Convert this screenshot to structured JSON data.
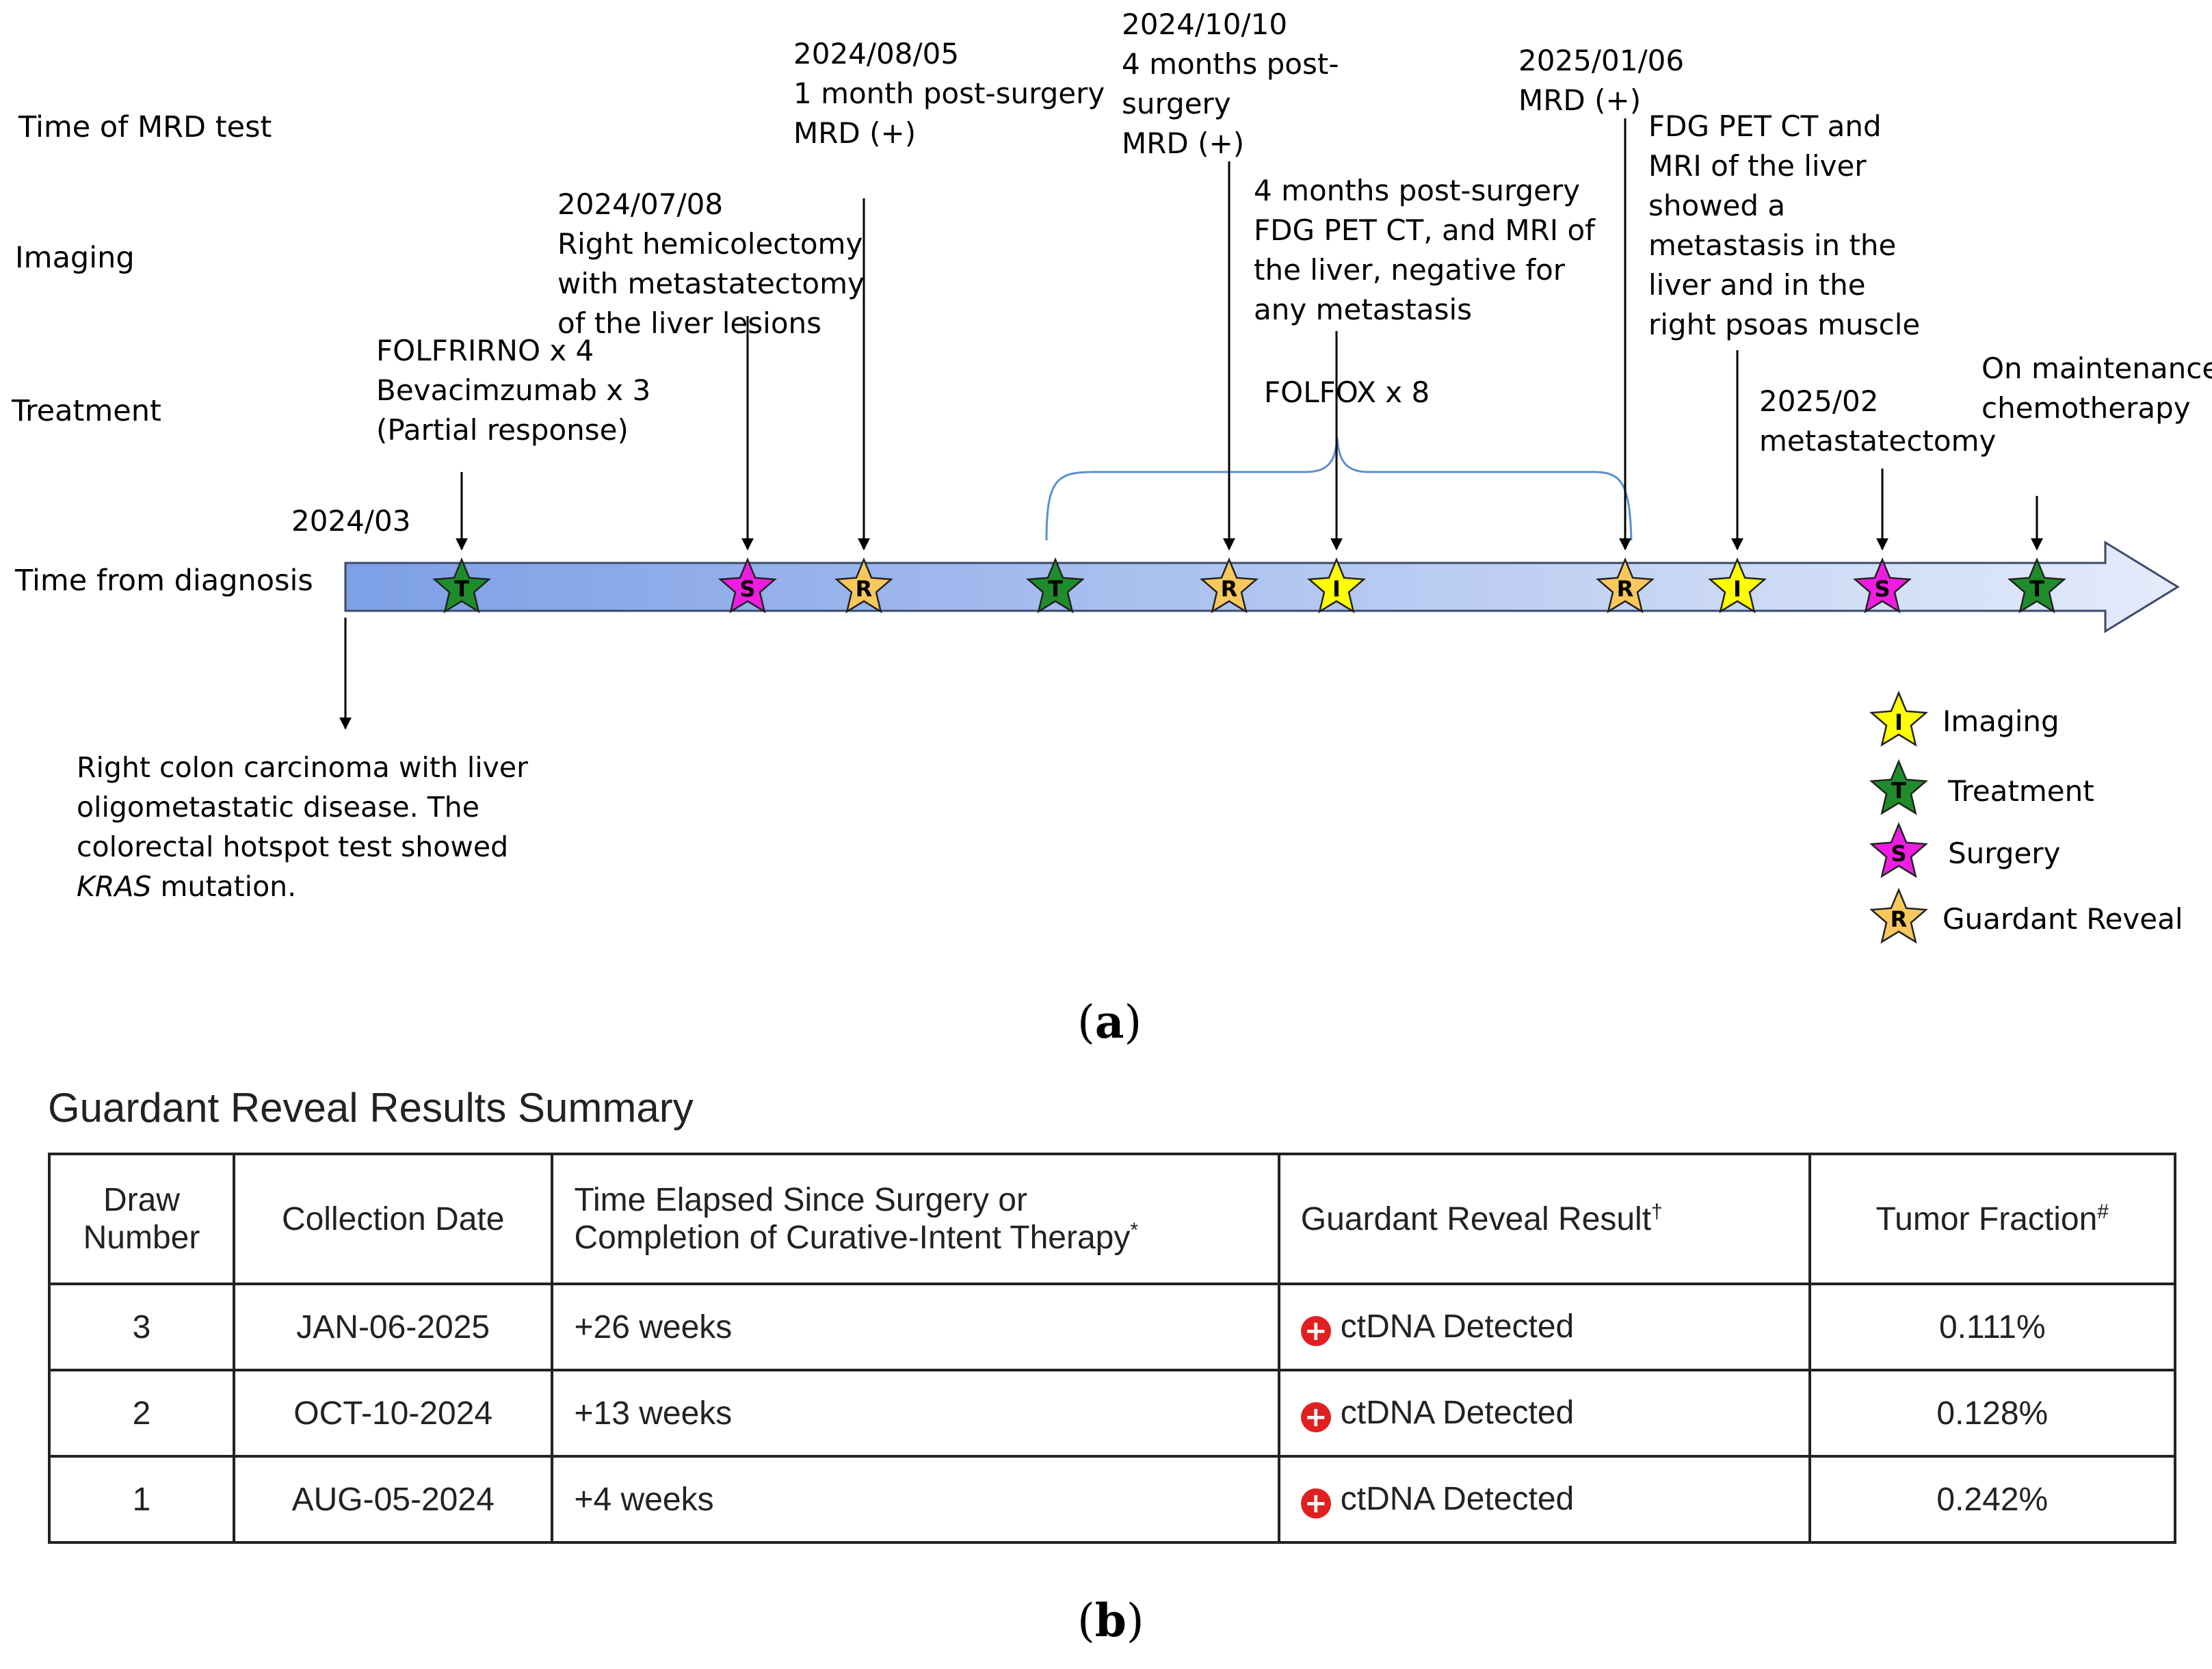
{
  "rows": {
    "mrd": "Time of MRD test",
    "imaging": "Imaging",
    "treatment": "Treatment",
    "time": "Time from diagnosis"
  },
  "timeline": {
    "start_date": "2024/03",
    "diagnosis_note": {
      "line1": "Right colon carcinoma with liver",
      "line2": "oligometastatic disease. The",
      "line3": "colorectal hotspot test showed",
      "kras": "KRAS",
      "line4_rest": " mutation."
    },
    "events": [
      {
        "letter": "T",
        "type": "treatment",
        "text": "FOLFRIRNO x 4\nBevacimzumab x 3\n(Partial response)"
      },
      {
        "letter": "S",
        "type": "surgery",
        "text": "2024/07/08\nRight hemicolectomy\nwith metastatectomy\nof the liver lesions"
      },
      {
        "letter": "R",
        "type": "reveal",
        "text": "2024/08/05\n1 month post-surgery\nMRD (+)"
      },
      {
        "letter": "T",
        "type": "treatment",
        "text": ""
      },
      {
        "letter": "R",
        "type": "reveal",
        "text": "2024/10/10\n4 months post-\nsurgery\nMRD (+)"
      },
      {
        "letter": "I",
        "type": "imaging",
        "text": "4 months post-surgery\nFDG PET CT, and MRI of\nthe liver, negative for\nany metastasis"
      },
      {
        "letter": "R",
        "type": "reveal",
        "text": "2025/01/06\nMRD (+)"
      },
      {
        "letter": "I",
        "type": "imaging",
        "text": "FDG PET CT and\nMRI of the liver\nshowed a\nmetastasis in the\nliver and in the\nright psoas muscle"
      },
      {
        "letter": "S",
        "type": "surgery",
        "text": "2025/02\nmetastatectomy"
      },
      {
        "letter": "T",
        "type": "treatment",
        "text": "On maintenance\nchemotherapy"
      }
    ],
    "bracket_label": "FOLFOX x 8"
  },
  "legend": [
    {
      "letter": "I",
      "type": "imaging",
      "label": "Imaging"
    },
    {
      "letter": "T",
      "type": "treatment",
      "label": "Treatment"
    },
    {
      "letter": "S",
      "type": "surgery",
      "label": "Surgery"
    },
    {
      "letter": "R",
      "type": "reveal",
      "label": "Guardant Reveal"
    }
  ],
  "colors": {
    "imaging": "#ffff00",
    "treatment": "#1e8c2a",
    "surgery": "#ee1de0",
    "reveal": "#f9c85c",
    "arrow_start": "#7d9fe6",
    "arrow_end": "#e4ebfa",
    "bracket": "#5b8fd4",
    "ctdna_icon": "#e02020"
  },
  "panel_a": "a",
  "panel_b": "b",
  "table": {
    "title": "Guardant Reveal Results Summary",
    "headers": {
      "draw": "Draw\nNumber",
      "date": "Collection Date",
      "elapsed": "Time Elapsed Since Surgery or\nCompletion of Curative-Intent Therapy",
      "elapsed_mark": "*",
      "result": "Guardant Reveal Result",
      "result_mark": "†",
      "fraction": "Tumor Fraction",
      "fraction_mark": "#"
    },
    "rows": [
      {
        "draw": "3",
        "date": "JAN-06-2025",
        "elapsed": "+26 weeks",
        "result": "ctDNA Detected",
        "fraction": "0.111%"
      },
      {
        "draw": "2",
        "date": "OCT-10-2024",
        "elapsed": "+13 weeks",
        "result": "ctDNA Detected",
        "fraction": "0.128%"
      },
      {
        "draw": "1",
        "date": "AUG-05-2024",
        "elapsed": "+4 weeks",
        "result": "ctDNA Detected",
        "fraction": "0.242%"
      }
    ]
  }
}
